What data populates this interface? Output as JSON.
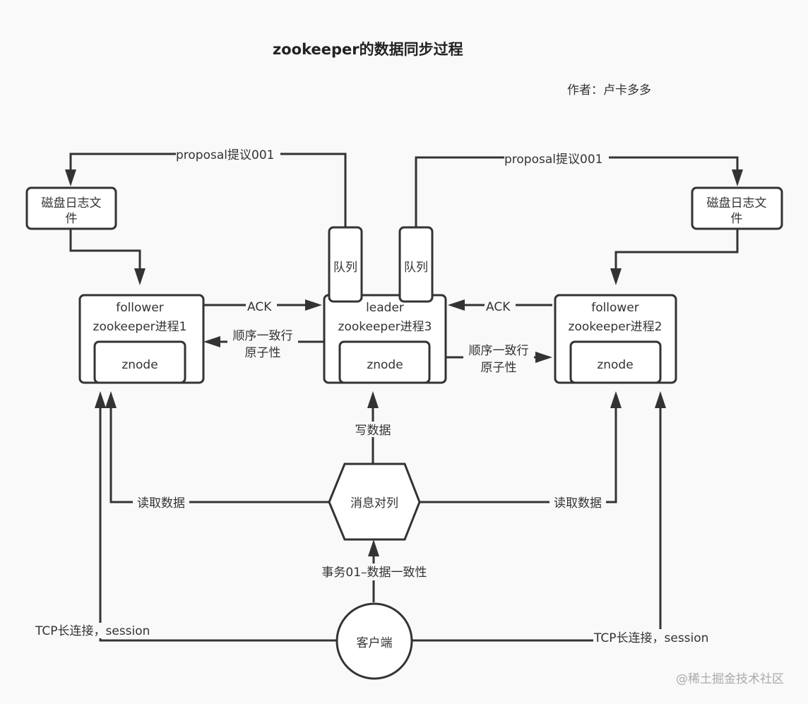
{
  "title": "zookeeper的数据同步过程",
  "author": "作者：卢卡多多",
  "watermark": "@稀土掘金技术社区",
  "colors": {
    "background": "#f9f9f9",
    "stroke": "#333333",
    "fill": "#ffffff"
  },
  "nodes": {
    "disk_left": {
      "line1": "磁盘日志文",
      "line2": "件"
    },
    "disk_right": {
      "line1": "磁盘日志文",
      "line2": "件"
    },
    "queue_left": {
      "label": "队列"
    },
    "queue_right": {
      "label": "队列"
    },
    "follower1": {
      "role": "follower",
      "name": "zookeeper进程1",
      "inner": "znode"
    },
    "leader": {
      "role": "leader",
      "name": "zookeeper进程3",
      "inner": "znode"
    },
    "follower2": {
      "role": "follower",
      "name": "zookeeper进程2",
      "inner": "znode"
    },
    "message_queue": {
      "label": "消息对列"
    },
    "client": {
      "label": "客户端"
    }
  },
  "edges": {
    "proposal_left": "proposal提议001",
    "proposal_right": "proposal提议001",
    "ack_left": "ACK",
    "ack_right": "ACK",
    "order_left": {
      "line1": "顺序一致行",
      "line2": "原子性"
    },
    "order_right": {
      "line1": "顺序一致行",
      "line2": "原子性"
    },
    "write": "写数据",
    "read_left": "读取数据",
    "read_right": "读取数据",
    "transaction": "事务01–数据一致性",
    "tcp_left": "TCP长连接，session",
    "tcp_right": "TCP长连接，session"
  }
}
